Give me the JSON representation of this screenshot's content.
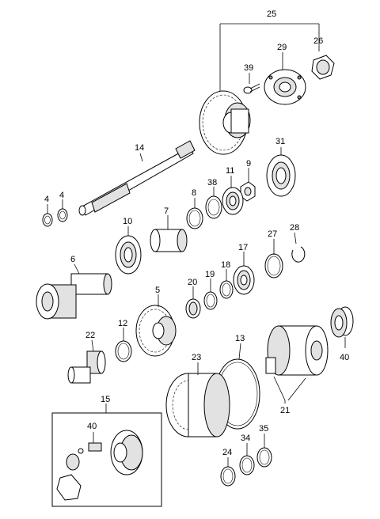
{
  "callouts": {
    "c25": "25",
    "c29": "29",
    "c26": "26",
    "c39": "39",
    "c14": "14",
    "c31": "31",
    "c9": "9",
    "c11": "11",
    "c38": "38",
    "c8": "8",
    "c4a": "4",
    "c4b": "4",
    "c7": "7",
    "c10": "10",
    "c27": "27",
    "c28": "28",
    "c17": "17",
    "c18": "18",
    "c19": "19",
    "c20": "20",
    "c6": "6",
    "c5": "5",
    "c12": "12",
    "c22": "22",
    "c13": "13",
    "c40a": "40",
    "c23": "23",
    "c21": "21",
    "c15": "15",
    "c40b": "40",
    "c34": "34",
    "c35": "35",
    "c24": "24"
  }
}
